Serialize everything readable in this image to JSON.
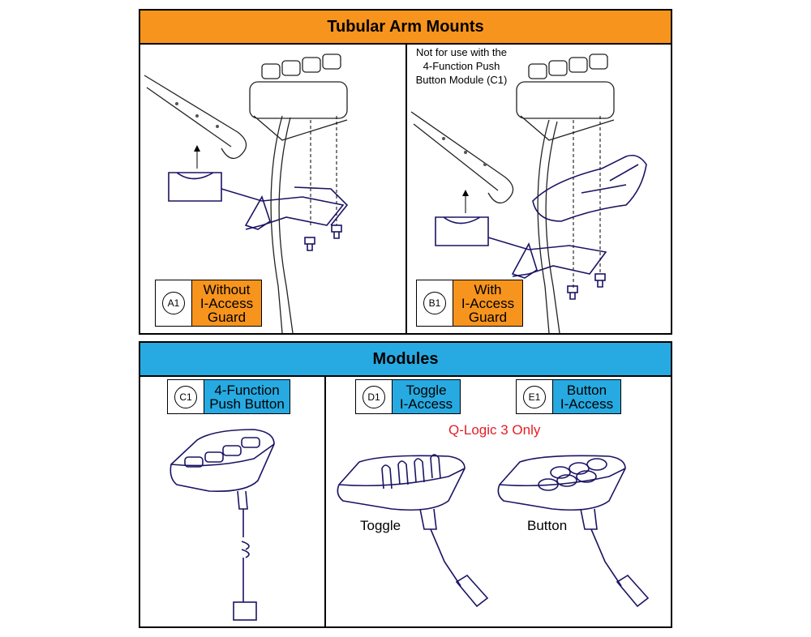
{
  "top": {
    "title": "Tubular Arm Mounts",
    "a1": {
      "id": "A1",
      "label": "Without\nI-Access\nGuard"
    },
    "b1": {
      "id": "B1",
      "label": "With\nI-Access\nGuard",
      "note": "Not for use with the\n4-Function Push\nButton Module (C1)"
    }
  },
  "bottom": {
    "title": "Modules",
    "c1": {
      "id": "C1",
      "label": "4-Function\nPush Button"
    },
    "d1": {
      "id": "D1",
      "label": "Toggle\nI-Access",
      "caption": "Toggle"
    },
    "e1": {
      "id": "E1",
      "label": "Button\nI-Access",
      "caption": "Button"
    },
    "restriction": "Q-Logic 3 Only"
  },
  "colors": {
    "orange": "#f7941d",
    "blue": "#27aae1",
    "red": "#e31e26",
    "line": "#1b1464"
  }
}
